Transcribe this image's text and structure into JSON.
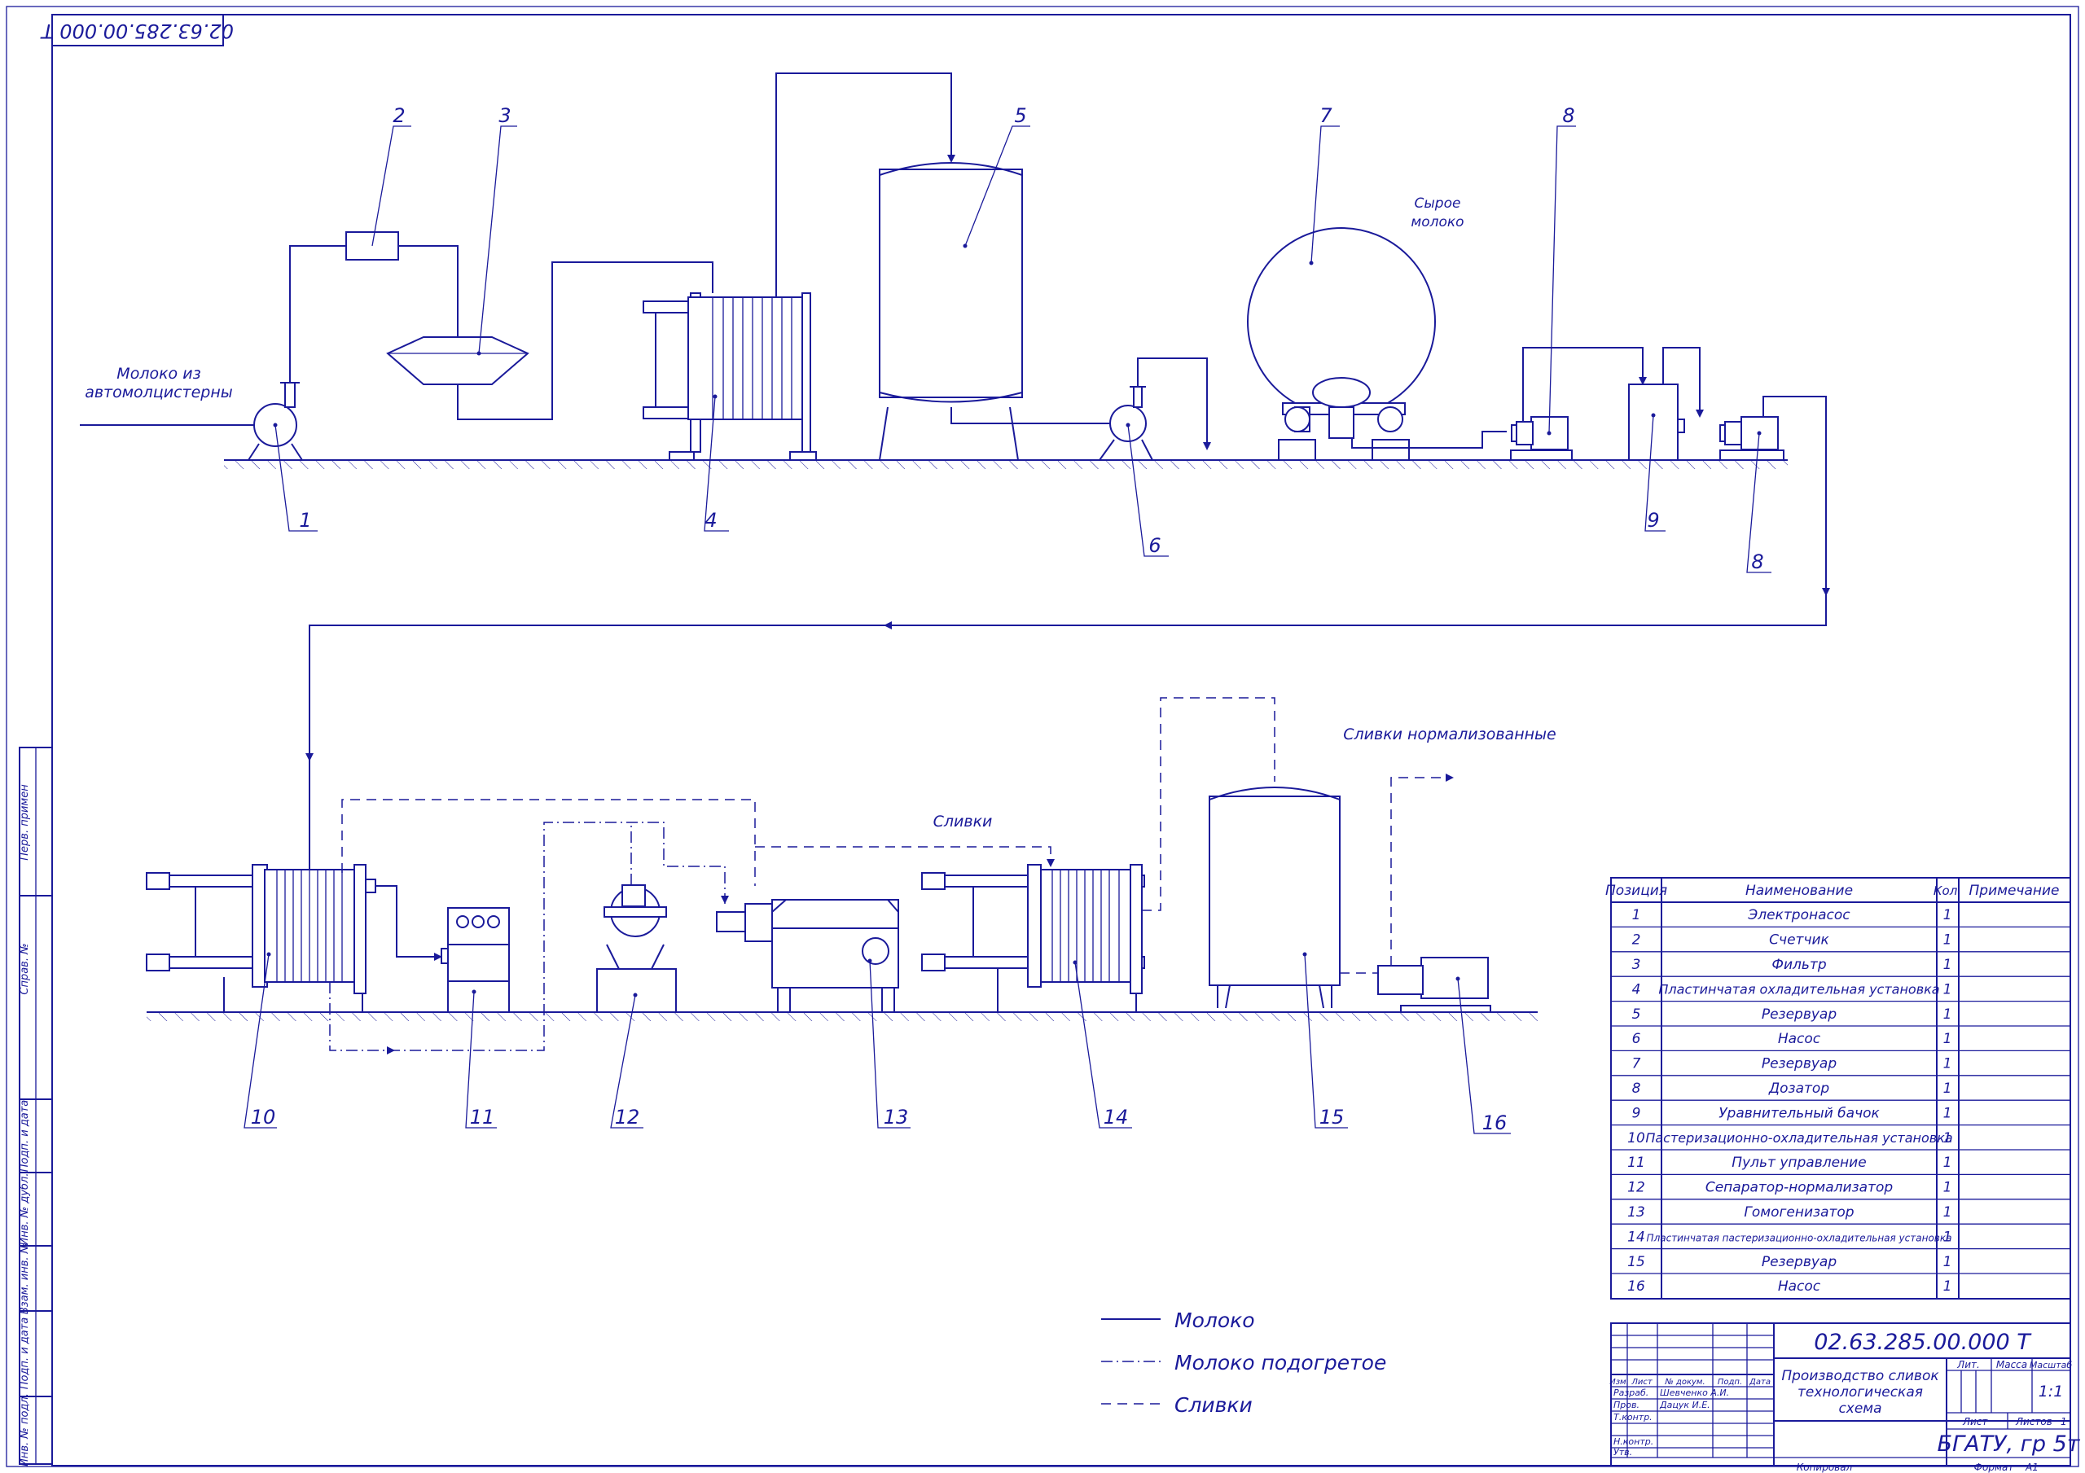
{
  "frame": {
    "doc_code_top": "02.63.285.00.000 Т"
  },
  "left_strip": [
    "Перв. примен",
    "Справ. №",
    "Подп. и дата",
    "Инв. № дубл.",
    "Взам. инв. №",
    "Подп. и дата",
    "Инв. № подл."
  ],
  "labels": {
    "milk_in": [
      "Молоко из",
      "автомолцистерны"
    ],
    "raw_milk": [
      "Сырое",
      "молоко"
    ],
    "cream": "Сливки",
    "cream_norm": "Сливки нормализованные"
  },
  "positions": [
    "1",
    "2",
    "3",
    "4",
    "5",
    "6",
    "7",
    "8",
    "9",
    "8",
    "10",
    "11",
    "12",
    "13",
    "14",
    "15",
    "16"
  ],
  "legend": [
    {
      "style": "solid",
      "label": "Молоко"
    },
    {
      "style": "dashdot",
      "label": "Молоко подогретое"
    },
    {
      "style": "dashed",
      "label": "Сливки"
    }
  ],
  "spec_table": {
    "headers": [
      "Позиция",
      "Наименование",
      "Кол.",
      "Примечание"
    ],
    "rows": [
      [
        "1",
        "Электронасос",
        "1",
        ""
      ],
      [
        "2",
        "Счетчик",
        "1",
        ""
      ],
      [
        "3",
        "Фильтр",
        "1",
        ""
      ],
      [
        "4",
        "Пластинчатая охладительная установка",
        "1",
        ""
      ],
      [
        "5",
        "Резервуар",
        "1",
        ""
      ],
      [
        "6",
        "Насос",
        "1",
        ""
      ],
      [
        "7",
        "Резервуар",
        "1",
        ""
      ],
      [
        "8",
        "Дозатор",
        "1",
        ""
      ],
      [
        "9",
        "Уравнительный бачок",
        "1",
        ""
      ],
      [
        "10",
        "Пастеризационно-охладительная установка",
        "1",
        ""
      ],
      [
        "11",
        "Пульт управление",
        "1",
        ""
      ],
      [
        "12",
        "Сепаратор-нормализатор",
        "1",
        ""
      ],
      [
        "13",
        "Гомогенизатор",
        "1",
        ""
      ],
      [
        "14",
        "Пластинчатая пастеризационно-охладительная установка",
        "1",
        ""
      ],
      [
        "15",
        "Резервуар",
        "1",
        ""
      ],
      [
        "16",
        "Насос",
        "1",
        ""
      ]
    ]
  },
  "title_block": {
    "code": "02.63.285.00.000 Т",
    "title": [
      "Производство сливок",
      "технологическая",
      "схема"
    ],
    "col_heads": [
      "Изм.",
      "Лист",
      "№ докум.",
      "Подп.",
      "Дата"
    ],
    "roles": [
      "Разраб.",
      "Пров.",
      "Т.контр.",
      "Н.контр.",
      "Утв."
    ],
    "names": [
      "Шевченко А.И.",
      "Дацук И.Е."
    ],
    "lit": "Лит.",
    "mass": "Масса",
    "scale_head": "Масштаб",
    "scale": "1:1",
    "sheet": "Лист",
    "sheets": "Листов",
    "sheets_n": "1",
    "org": "БГАТУ, гр 5т",
    "copied": "Копировал",
    "format": "Формат",
    "format_val": "А1"
  }
}
